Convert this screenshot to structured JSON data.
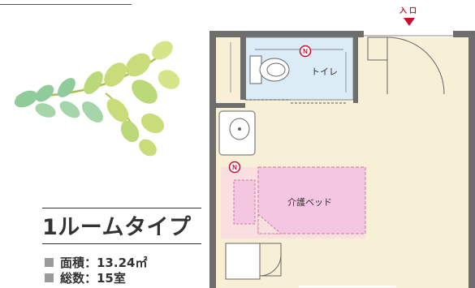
{
  "room": {
    "title": "1ルームタイプ",
    "area": "面積：13.24㎡",
    "count": "総数：15室"
  },
  "floorplan": {
    "entrance_label": "入口",
    "toilet_label": "トイレ",
    "bed_label": "介護ベッド",
    "marker_letter": "N"
  },
  "colors": {
    "floor": "#f7efd6",
    "toilet_room": "#dcecf7",
    "bed": "#f4c6e1",
    "bed_area": "#f9dfdf",
    "wall": "#6e6e6e",
    "accent_red": "#c8102e",
    "leaf_light": "#c9dc7a",
    "leaf_dark": "#8fcb9b"
  },
  "icons": [
    "leaf-branch-icon",
    "n-marker-icon",
    "entrance-arrow-icon",
    "toilet-icon",
    "sink-icon",
    "door-swing-icon"
  ]
}
